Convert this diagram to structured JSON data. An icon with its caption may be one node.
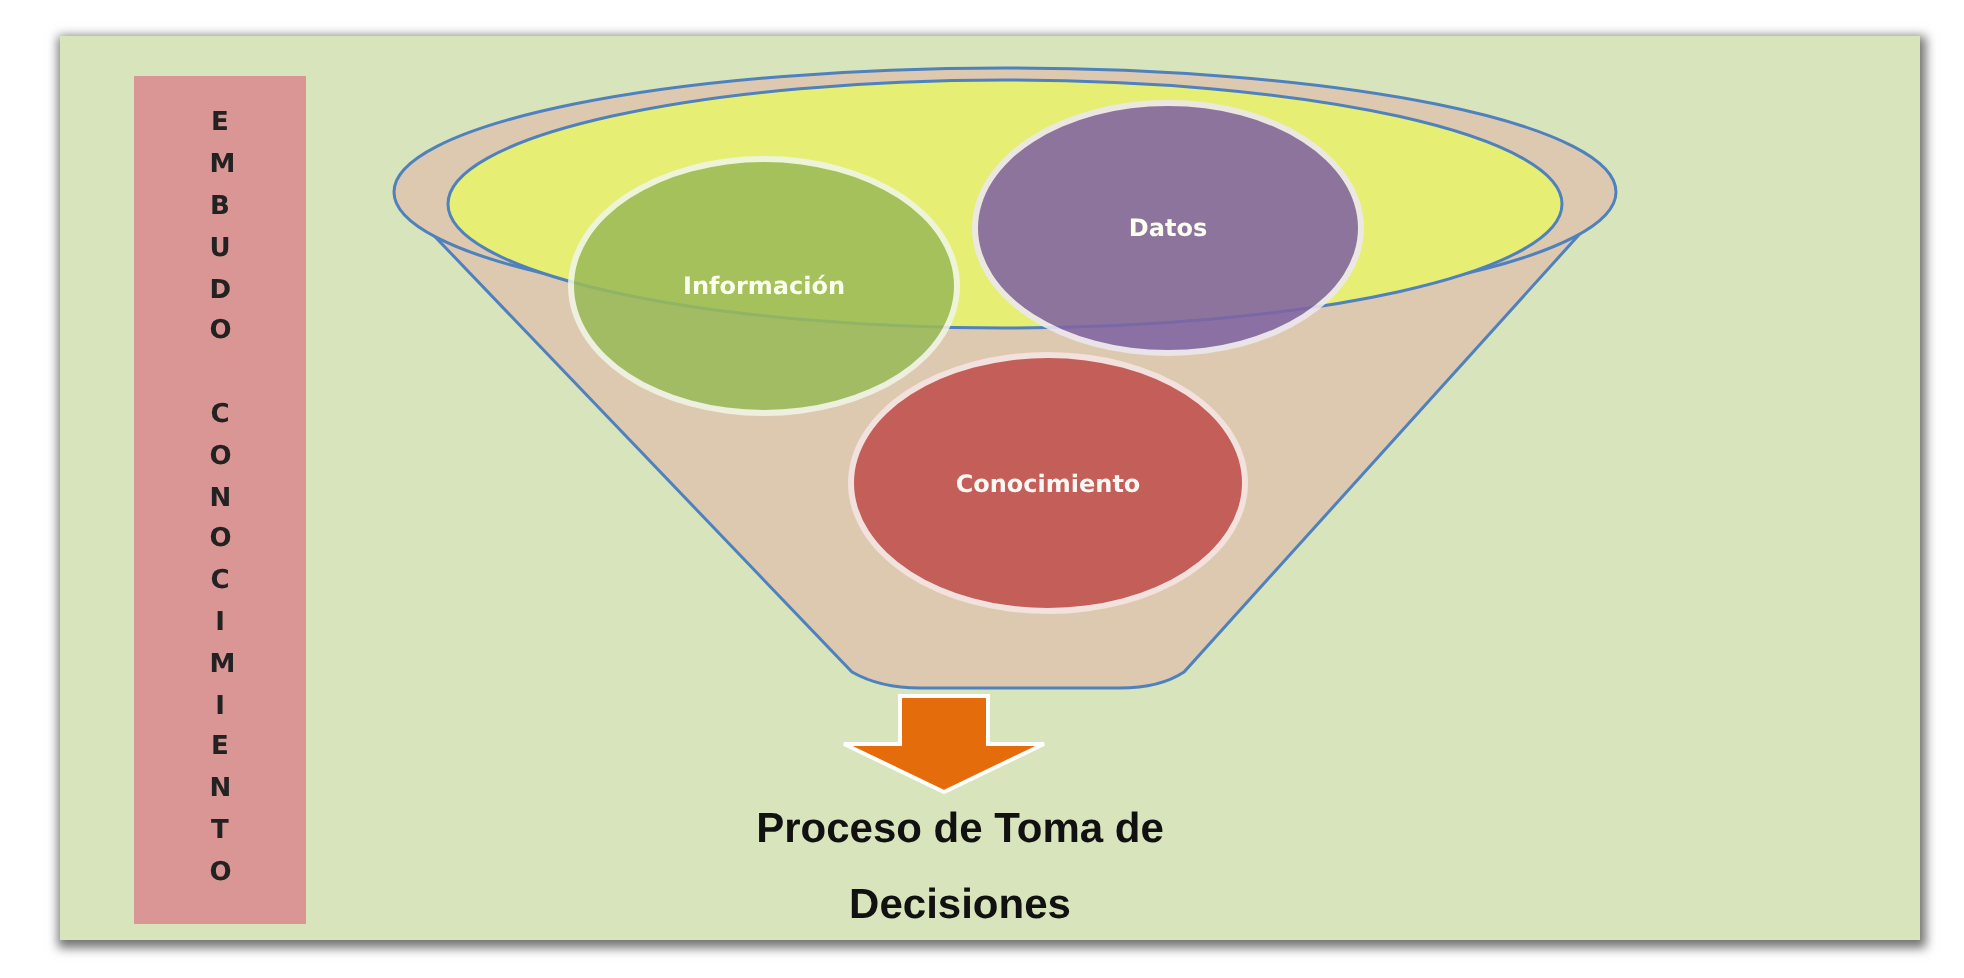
{
  "diagram": {
    "nodes": [
      {
        "text": [
          "EMBUDO CONOCIMIENTO"
        ]
      },
      {
        "text": [],
        "shape": "funnel"
      },
      {
        "text": [
          "Información"
        ],
        "in": 1
      },
      {
        "text": [
          "Datos"
        ]
      },
      {
        "text": [
          "Conocimiento"
        ],
        "in": 1
      },
      {
        "text": [
          "Proceso de Toma de Decisiones"
        ]
      }
    ],
    "edges": [
      {
        "from": 1,
        "to": 5,
        "arrow": "to"
      }
    ]
  }
}
